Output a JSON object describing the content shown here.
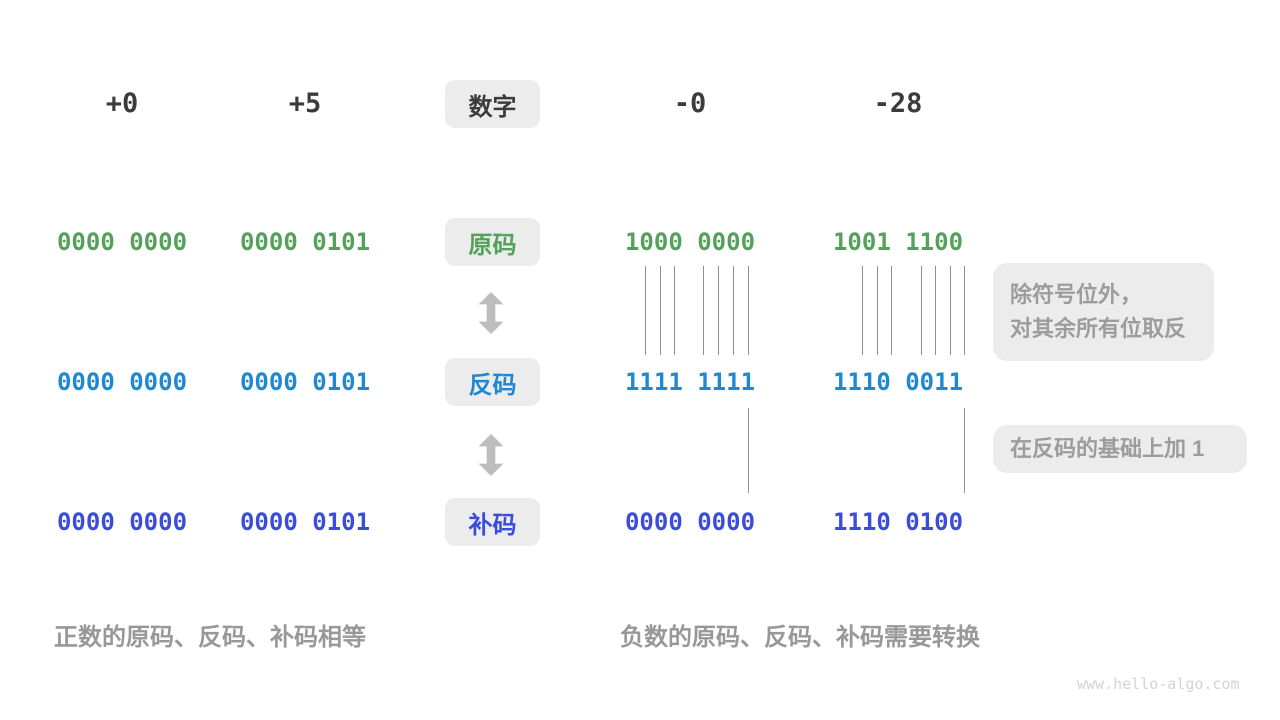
{
  "colors": {
    "sign_magnitude": "#55A05A",
    "ones_complement": "#1E88D2",
    "twos_complement": "#3B4CDB",
    "header_text": "#3B3B3B",
    "chip_bg": "#ECECEC",
    "note_text": "#9C9C9C",
    "caption_text": "#989898"
  },
  "header": {
    "label": "数字",
    "values": [
      "+0",
      "+5",
      "-0",
      "-28"
    ]
  },
  "rows": [
    {
      "label": "原码",
      "values": [
        "0000 0000",
        "0000 0101",
        "1000 0000",
        "1001 1100"
      ]
    },
    {
      "label": "反码",
      "values": [
        "0000 0000",
        "0000 0101",
        "1111 1111",
        "1110 0011"
      ]
    },
    {
      "label": "补码",
      "values": [
        "0000 0000",
        "0000 0101",
        "0000 0000",
        "1110 0100"
      ]
    }
  ],
  "notes": {
    "invert_line1": "除符号位外，",
    "invert_line2": "对其余所有位取反",
    "add_one": "在反码的基础上加 1"
  },
  "captions": {
    "positive": "正数的原码、反码、补码相等",
    "negative": "负数的原码、反码、补码需要转换"
  },
  "watermark": "www.hello-algo.com"
}
